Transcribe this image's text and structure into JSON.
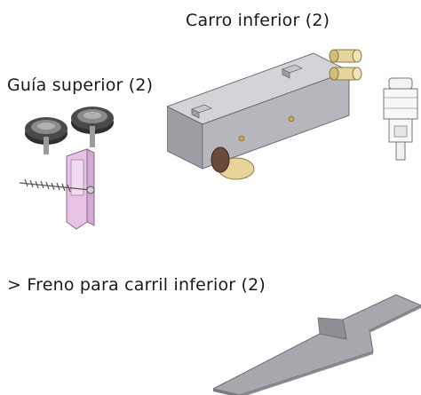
{
  "labels": {
    "carro": "Carro inferior (2)",
    "guia": "Guía superior (2)",
    "freno": "> Freno para carril inferior (2)"
  },
  "colors": {
    "text": "#1a1a1a",
    "metal": "#b3b2b8",
    "metal_dark": "#7d7c82",
    "pink": "#e7c3e6",
    "wheel": "#3a3a3a",
    "brass": "#e8d49a"
  }
}
